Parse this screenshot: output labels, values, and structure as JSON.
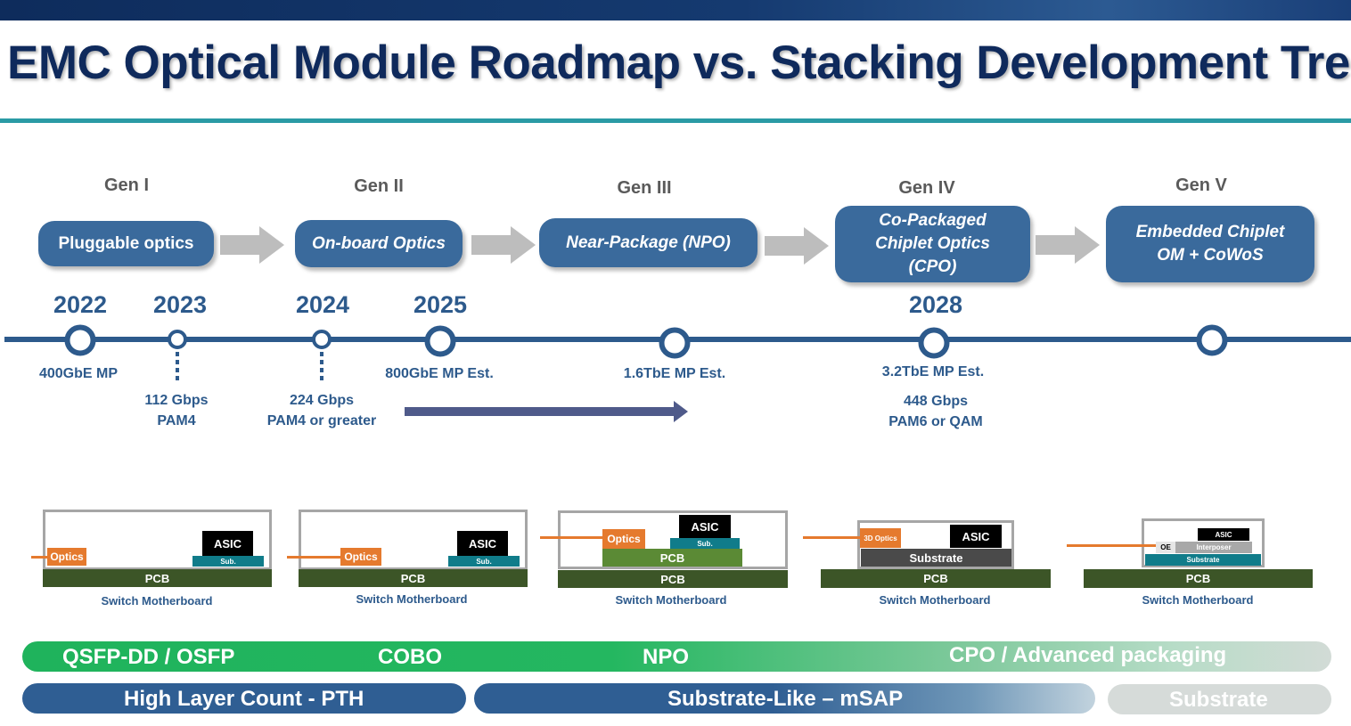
{
  "title": "EMC Optical Module Roadmap vs. Stacking Development Trend",
  "generations": [
    {
      "gen": "Gen I",
      "name_lines": [
        "Pluggable optics"
      ]
    },
    {
      "gen": "Gen II",
      "name_lines": [
        "On-board Optics"
      ]
    },
    {
      "gen": "Gen III",
      "name_lines": [
        "Near-Package (NPO)"
      ]
    },
    {
      "gen": "Gen IV",
      "name_lines": [
        "Co-Packaged",
        "Chiplet Optics",
        "(CPO)"
      ]
    },
    {
      "gen": "Gen V",
      "name_lines": [
        "Embedded Chiplet",
        "OM + CoWoS"
      ]
    }
  ],
  "timeline": {
    "years": [
      "2022",
      "2023",
      "2024",
      "2025",
      "2028"
    ],
    "milestones": {
      "m2022": "400GbE MP",
      "m2023": [
        "112 Gbps",
        "PAM4"
      ],
      "m2024": [
        "224 Gbps",
        "PAM4 or greater"
      ],
      "m2025": "800GbE MP Est.",
      "m16t": "1.6TbE MP Est.",
      "m2028": "3.2TbE MP Est.",
      "m448": [
        "448 Gbps",
        "PAM6 or QAM"
      ]
    }
  },
  "diagrams": {
    "asic": "ASIC",
    "sub": "Sub.",
    "optics": "Optics",
    "optics_3d": "3D Optics",
    "pcb": "PCB",
    "substrate": "Substrate",
    "oe": "OE",
    "interposer": "Interposer",
    "motherboard": "Switch Motherboard"
  },
  "bands": {
    "form_factors": [
      "QSFP-DD / OSFP",
      "COBO",
      "NPO",
      "CPO / Advanced packaging"
    ],
    "pcb_tech": [
      "High Layer Count - PTH",
      "Substrate-Like – mSAP",
      "Substrate"
    ]
  },
  "colors": {
    "navy": "#0f2a5c",
    "box_blue": "#3a6a9c",
    "axis_blue": "#2d5a8c",
    "teal": "#2a9ba5",
    "green": "#22b360",
    "orange": "#e57a2e",
    "pcb_green": "#3c5527"
  }
}
